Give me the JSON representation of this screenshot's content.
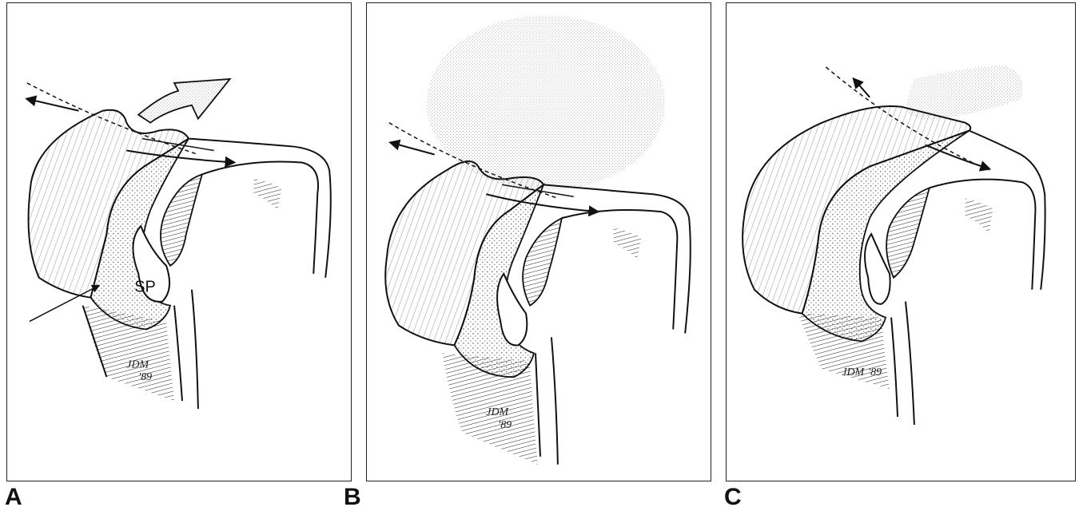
{
  "figure": {
    "panels": [
      {
        "id": "A",
        "letter": "A",
        "structure_label": "SP",
        "signature": "JDM",
        "signature_year": "'89"
      },
      {
        "id": "B",
        "letter": "B",
        "signature": "JDM",
        "signature_year": "'89"
      },
      {
        "id": "C",
        "letter": "C",
        "signature": "JDM",
        "signature_year": "'89"
      }
    ]
  },
  "colors": {
    "ink": "#111111",
    "stipple": "#9a9a9a",
    "cloud": "#d6d6d6",
    "background": "#ffffff"
  }
}
